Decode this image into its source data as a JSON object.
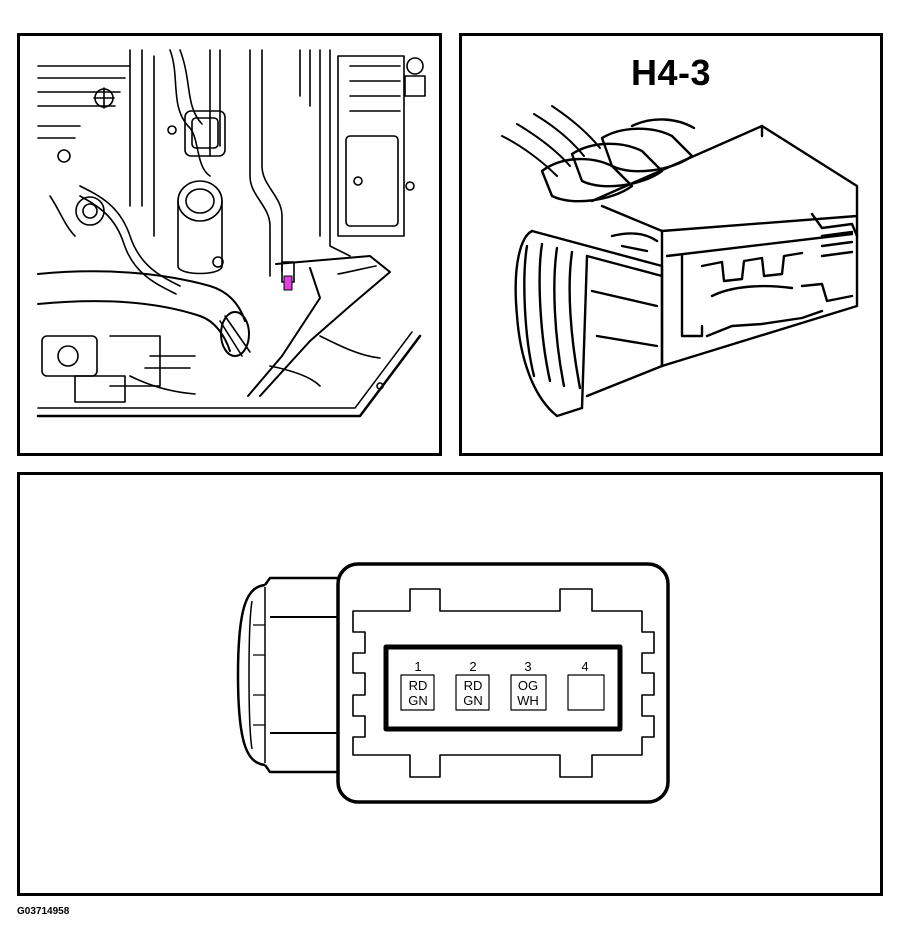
{
  "connector": {
    "title": "H4-3"
  },
  "pinout": {
    "pins": [
      {
        "number": "1",
        "wire_top": "RD",
        "wire_bottom": "GN"
      },
      {
        "number": "2",
        "wire_top": "RD",
        "wire_bottom": "GN"
      },
      {
        "number": "3",
        "wire_top": "OG",
        "wire_bottom": "WH"
      },
      {
        "number": "4",
        "wire_top": "",
        "wire_bottom": ""
      }
    ]
  },
  "figure": {
    "id": "G03714958"
  },
  "colors": {
    "line": "#000000",
    "highlight": "#e040e0",
    "background": "#ffffff"
  }
}
